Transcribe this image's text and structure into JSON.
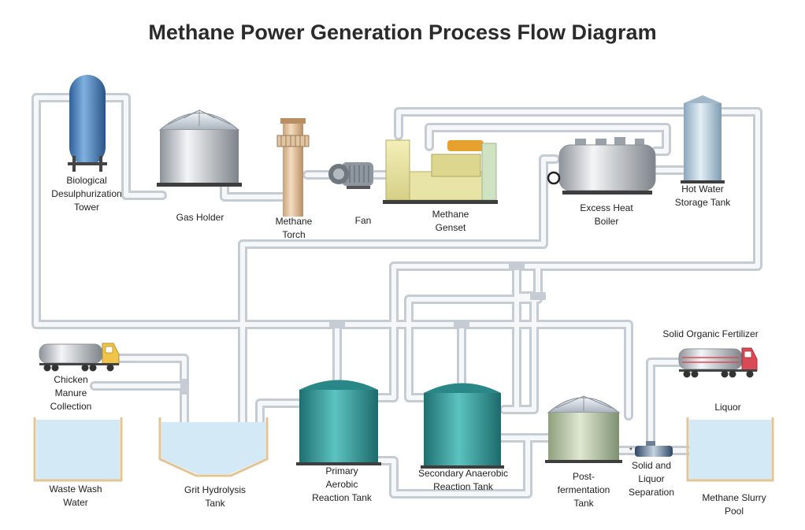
{
  "title": "Methane Power Generation Process Flow Diagram",
  "labels": {
    "biological_desulphurization_tower": "Biological\nDesulphurization\nTower",
    "gas_holder": "Gas Holder",
    "methane_torch": "Methane\nTorch",
    "fan": "Fan",
    "methane_genset": "Methane\nGenset",
    "excess_heat_boiler": "Excess Heat\nBoiler",
    "hot_water_storage_tank": "Hot Water\nStorage Tank",
    "solid_organic_fertilizer": "Solid Organic Fertilizer",
    "chicken_manure_collection": "Chicken\nManure\nCollection",
    "liquor": "Liquor",
    "waste_wash_water": "Waste Wash\nWater",
    "grit_hydrolysis_tank": "Grit Hydrolysis\nTank",
    "primary_aerobic_reaction_tank": "Primary\nAerobic\nReaction Tank",
    "secondary_anaerobic_reaction_tank": "Secondary Anaerobic\nReaction Tank",
    "post_fermentation_tank": "Post-\nfermentation\nTank",
    "solid_and_liquor_separation": "Solid and\nLiquor\nSeparation",
    "methane_slurry_pool": "Methane Slurry\nPool"
  },
  "colors": {
    "pipe_outer": "#c9ced4",
    "pipe_inner": "#f4f6f8",
    "tower_blue": "#4f86c4",
    "tank_teal": "#2f9c9a",
    "water_fill": "#d3eaf6",
    "truck_yellow": "#f0c44a",
    "truck_red": "#d94a55"
  }
}
